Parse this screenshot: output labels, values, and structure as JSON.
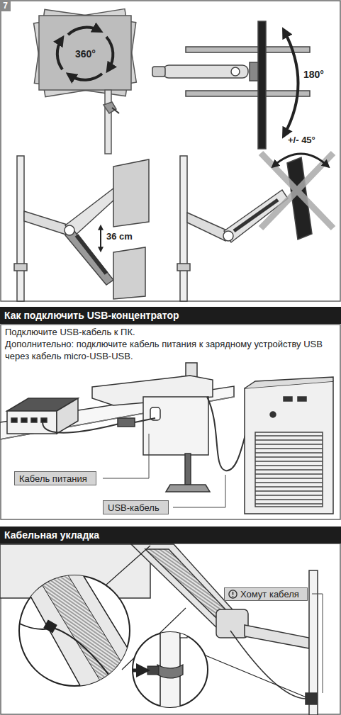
{
  "diagram": {
    "nodes": [
      {
        "text": [
          "7"
        ]
      },
      {
        "text": [
          "Как подключить USB-концентратор"
        ]
      },
      {
        "text": [
          "Кабель питания"
        ]
      },
      {
        "text": [
          "USB-кабель"
        ]
      },
      {
        "text": [
          "Кабельная укладка"
        ]
      },
      {
        "text": [
          "Хомут кабеля"
        ]
      }
    ],
    "labels": [
      "360°",
      "180°",
      "+/- 45°",
      "36 cm",
      "Подключите USB-кабель к ПК.",
      "Дополнительно: подключите кабель питания к зарядному устройству USB через кабель micro-USB-USB."
    ]
  }
}
